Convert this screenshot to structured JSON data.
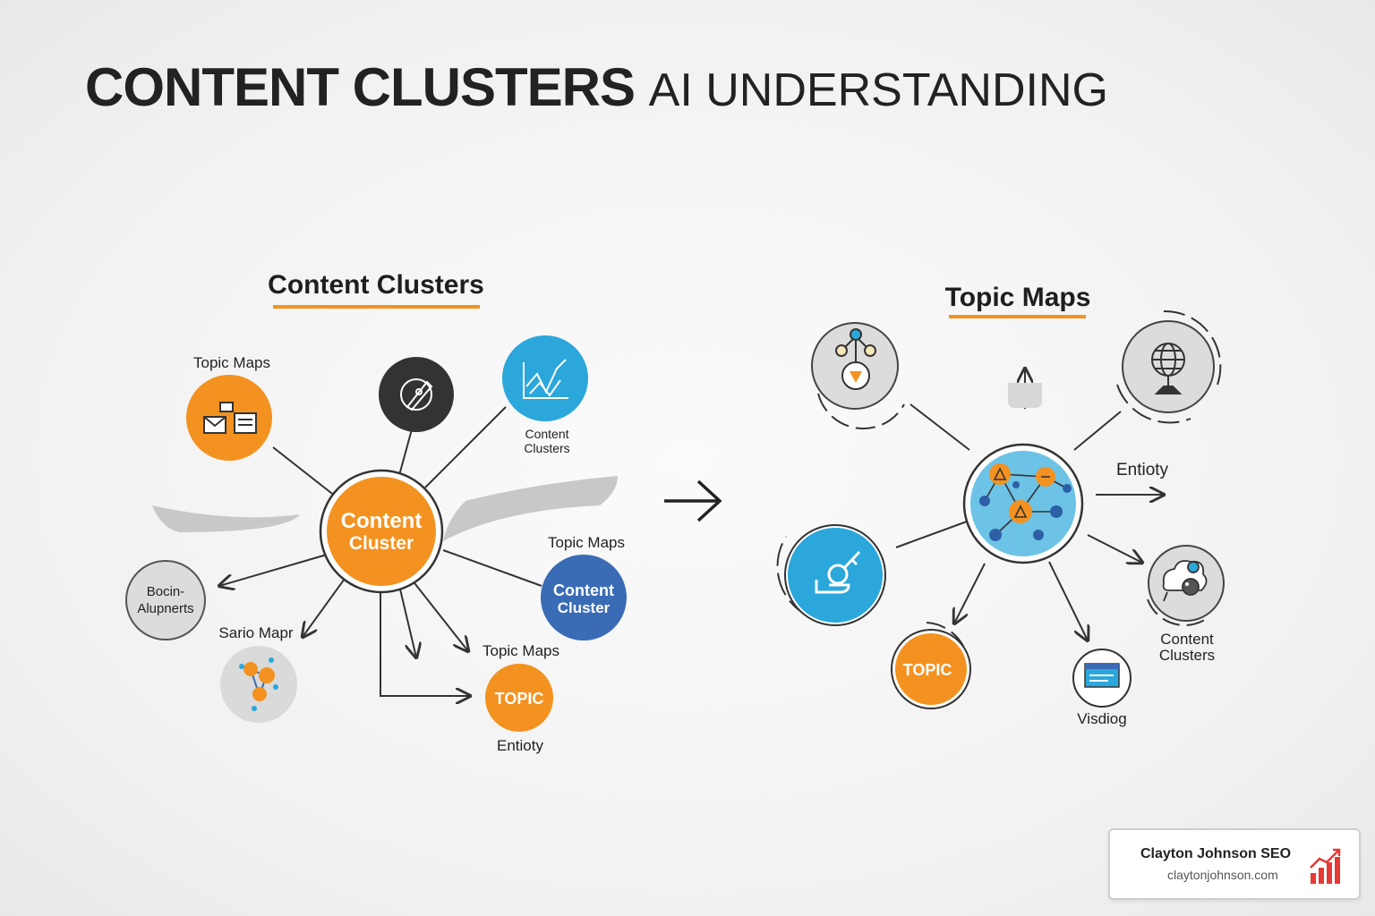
{
  "title": {
    "bold": "CONTENT CLUSTERS",
    "light": "AI UNDERSTANDING"
  },
  "colors": {
    "orange": "#f39220",
    "blue_light": "#2ba7dc",
    "blue_dark": "#3a6bb5",
    "dark": "#333333",
    "gray": "#d9d9d9",
    "red": "#e53935"
  },
  "left_panel": {
    "header": "Content Clusters",
    "center": {
      "line1": "Content",
      "line2": "Cluster"
    },
    "nodes": {
      "topic_maps_top": {
        "label": "Topic Maps",
        "icon": "document-diagram-icon"
      },
      "dark_node": {
        "icon": "pen-nib-icon"
      },
      "content_clusters_node": {
        "label_line1": "Content",
        "label_line2": "Clusters",
        "icon": "line-chart-icon"
      },
      "gray_node": {
        "line1": "Bocin-",
        "line2": "Alupnerts"
      },
      "sario_node": {
        "label": "Sario Mapr",
        "icon": "molecule-network-icon"
      },
      "blue_cluster": {
        "label": "Topic Maps",
        "line1": "Content",
        "line2": "Cluster"
      },
      "topic_maps_mid": {
        "label": "Topic Maps"
      },
      "topic_node": {
        "text": "TOPIC",
        "label": "Entioty"
      }
    }
  },
  "right_panel": {
    "header": "Topic Maps",
    "hub": {
      "icon": "network-graph-icon"
    },
    "nodes": {
      "network_node": {
        "icon": "network-nodes-icon"
      },
      "globe_node": {
        "icon": "globe-icon"
      },
      "entity_arrow": {
        "label": "Entioty"
      },
      "blue_node": {
        "icon": "hand-key-icon"
      },
      "topic_node": {
        "text": "TOPIC"
      },
      "visual_node": {
        "label": "Visdiog",
        "icon": "screen-chart-icon"
      },
      "content_clusters_node": {
        "label_line1": "Content",
        "label_line2": "Clusters",
        "icon": "cloud-brain-icon"
      }
    }
  },
  "brand": {
    "name": "Clayton Johnson SEO",
    "url": "claytonjohnson.com",
    "icon": "bar-chart-growth-icon"
  }
}
